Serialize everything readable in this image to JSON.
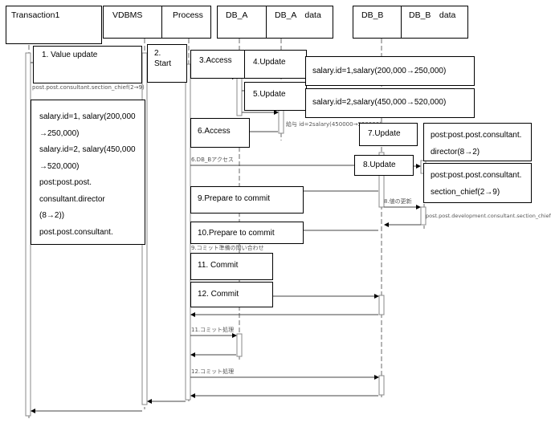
{
  "headers": {
    "transaction1": "Transaction1",
    "vdbms": "VDBMS",
    "process": "Process",
    "db_a": "DB_A",
    "db_a_data": "DB_A　data",
    "db_b": "DB_B",
    "db_b_data": "DB_B　data"
  },
  "steps": {
    "s1": "1. Value update",
    "s2": "2. Start",
    "s3": "3.Access",
    "s4": "4.Update",
    "s5": "5.Update",
    "s6": "6.Access",
    "s7": "7.Update",
    "s8": "8.Update",
    "s9": "9.Prepare to commit",
    "s10": "10.Prepare to commit",
    "s11": "11. Commit",
    "s12": "12. Commit"
  },
  "notes": {
    "update1": "salary.id=1,salary(200,000→250,000)",
    "update2": "salary.id=2,salary(450,000→520,000)",
    "db_b_update7": [
      "post:post.post.consultant.",
      "director(8→2)"
    ],
    "db_b_update8": [
      "post:post.post.consultant.",
      "section_chief(2→9)"
    ],
    "transaction_detail": [
      "salary.id=1, salary(200,000",
      "→250,000)",
      "salary.id=2, salary(450,000",
      "→520,000)",
      "post:post.post.",
      "consultant.director",
      "(8→2))",
      "post.post.consultant."
    ]
  },
  "faint_labels": {
    "f_section_chief": "post.post.consultant.section_chief(2→9)",
    "f_salary": "給与 id=2salary(450000→520000)",
    "f_db_b_access": "6.DB_Bアクセス",
    "f_update": "8.値の更新",
    "f_development": "post.post.development.consultant.section_chief(2→9)",
    "f_prepare": "9.コミット準備の問い合わせ",
    "f_commit11": "11.コミット処理",
    "f_commit12": "12.コミット処理"
  }
}
